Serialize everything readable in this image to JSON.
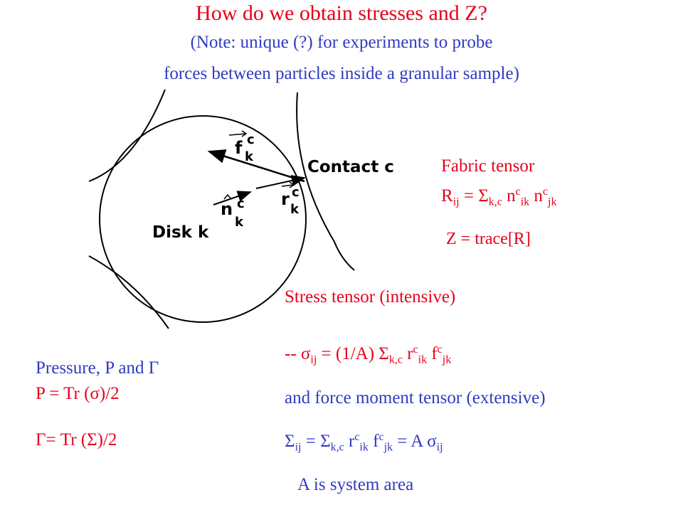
{
  "header": {
    "title": "How do we obtain stresses and Z?",
    "note_line1": "(Note: unique (?) for experiments to probe",
    "note_line2": "forces between particles inside a granular sample)"
  },
  "diagram": {
    "contact_label": "Contact c",
    "disk_label": "Disk k",
    "vector_f": {
      "base": "f",
      "sup": "c",
      "sub": "k"
    },
    "vector_n": {
      "base": "n",
      "sup": "c",
      "sub": "k"
    },
    "vector_r": {
      "base": "r",
      "sup": "c",
      "sub": "k"
    }
  },
  "fabric": {
    "heading": "Fabric tensor",
    "R": "R",
    "ij": "ij",
    "eq": " = ",
    "Sigma": "Σ",
    "kc": "k,c",
    "n": " n",
    "c": "c",
    "ik": "ik",
    "n2": " n",
    "c2": "c",
    "jk": "jk",
    "z_trace": "Z = trace[R]"
  },
  "stress": {
    "heading": "Stress tensor (intensive)",
    "dash": "--    ",
    "sigma": "σ",
    "ij": "ij",
    "rhs1": " = (1/A) ",
    "Sigma": "Σ",
    "kc": "k,c",
    "r": " r",
    "c": "c",
    "ik": "ik",
    "f": " f",
    "c2": "c",
    "jk": "jk",
    "moment_heading": "and force moment tensor (extensive)",
    "Sigma_big": "Σ",
    "ij2": "ij",
    "eq2": " =  ",
    "Sigma2": "Σ",
    "kc2": "k,c",
    "r2": " r",
    "c3": "c",
    "ik2": "ik",
    "f2": " f",
    "c4": "c",
    "jk2": "jk",
    "eqA": " = A ",
    "sigma2": "σ",
    "ij3": "ij",
    "area_note": "A is system area"
  },
  "pressure": {
    "heading": "Pressure, P and Γ",
    "p_eq": "P = Tr (σ)/2",
    "gamma_eq": "Γ= Tr (Σ)/2"
  },
  "colors": {
    "title": "#e8001c",
    "blue": "#2e3bbf",
    "diagram": "#000000"
  }
}
